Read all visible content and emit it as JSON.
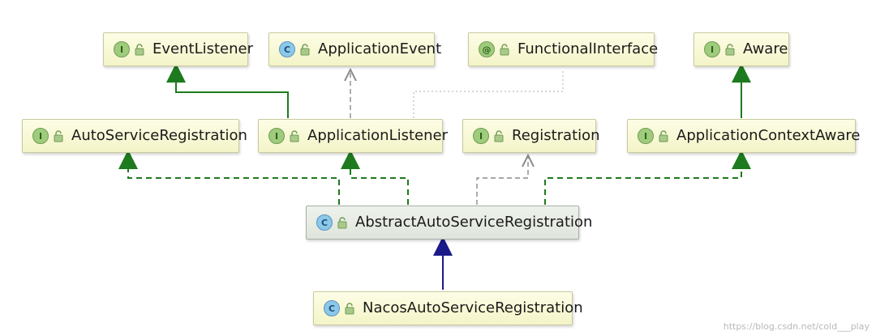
{
  "nodes": [
    {
      "id": "event-listener",
      "kind": "I",
      "label": "EventListener"
    },
    {
      "id": "application-event",
      "kind": "C",
      "label": "ApplicationEvent"
    },
    {
      "id": "functional-interface",
      "kind": "@",
      "label": "FunctionalInterface"
    },
    {
      "id": "aware",
      "kind": "I",
      "label": "Aware"
    },
    {
      "id": "auto-service-registration",
      "kind": "I",
      "label": "AutoServiceRegistration"
    },
    {
      "id": "application-listener",
      "kind": "I",
      "label": "ApplicationListener"
    },
    {
      "id": "registration",
      "kind": "I",
      "label": "Registration"
    },
    {
      "id": "application-context-aware",
      "kind": "I",
      "label": "ApplicationContextAware"
    },
    {
      "id": "abstract-auto-service-registration",
      "kind": "C",
      "label": "AbstractAutoServiceRegistration"
    },
    {
      "id": "nacos-auto-service-registration",
      "kind": "C",
      "label": "NacosAutoServiceRegistration"
    }
  ],
  "edges": [
    {
      "from": "application-listener",
      "to": "event-listener",
      "type": "extends-interface"
    },
    {
      "from": "application-listener",
      "to": "application-event",
      "type": "dependency"
    },
    {
      "from": "application-listener",
      "to": "functional-interface",
      "type": "annotation"
    },
    {
      "from": "application-context-aware",
      "to": "aware",
      "type": "extends-interface"
    },
    {
      "from": "abstract-auto-service-registration",
      "to": "auto-service-registration",
      "type": "implements"
    },
    {
      "from": "abstract-auto-service-registration",
      "to": "application-listener",
      "type": "implements"
    },
    {
      "from": "abstract-auto-service-registration",
      "to": "registration",
      "type": "dependency"
    },
    {
      "from": "abstract-auto-service-registration",
      "to": "application-context-aware",
      "type": "implements"
    },
    {
      "from": "nacos-auto-service-registration",
      "to": "abstract-auto-service-registration",
      "type": "extends-class"
    }
  ],
  "colors": {
    "interface_edge": "#1e7a1e",
    "dependency_edge": "#8a8a8a",
    "annotation_edge": "#c8c8c8",
    "class_edge": "#1a1a8a"
  },
  "watermark": "https://blog.csdn.net/cold___play"
}
